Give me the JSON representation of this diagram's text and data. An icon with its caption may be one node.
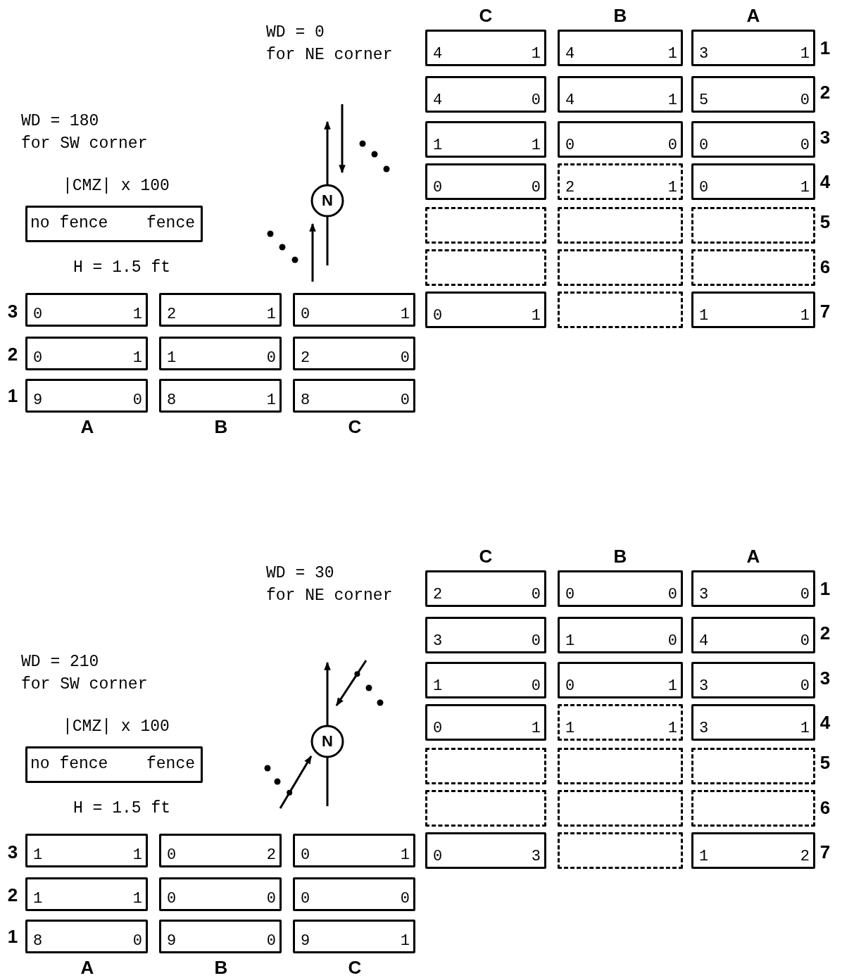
{
  "diagram": {
    "nodes": [
      {
        "text": [
          "4",
          "1"
        ]
      },
      {
        "text": [
          "4",
          "1"
        ]
      },
      {
        "text": [
          "3",
          "1"
        ]
      },
      {
        "text": [
          "4",
          "0"
        ]
      },
      {
        "text": [
          "4",
          "1"
        ]
      },
      {
        "text": [
          "5",
          "0"
        ]
      },
      {
        "text": [
          "1",
          "1"
        ]
      },
      {
        "text": [
          "0",
          "0"
        ]
      },
      {
        "text": [
          "0",
          "0"
        ]
      },
      {
        "text": [
          "0",
          "0"
        ]
      },
      {
        "text": [
          "2",
          "1"
        ]
      },
      {
        "text": [
          "0",
          "1"
        ]
      },
      {
        "text": [],
        "shape": "box"
      },
      {
        "text": [],
        "shape": "box"
      },
      {
        "text": [],
        "shape": "box"
      },
      {
        "text": [],
        "shape": "box"
      },
      {
        "text": [],
        "shape": "box"
      },
      {
        "text": [],
        "shape": "box"
      },
      {
        "text": [
          "0",
          "1"
        ]
      },
      {
        "text": [],
        "shape": "box"
      },
      {
        "text": [
          "1",
          "1"
        ]
      },
      {
        "text": [
          "no fence",
          "fence"
        ],
        "beside": [
          "|CMZ| x 100"
        ]
      },
      {
        "text": [
          "0",
          "1"
        ]
      },
      {
        "text": [
          "2",
          "1"
        ]
      },
      {
        "text": [
          "0",
          "1"
        ]
      },
      {
        "text": [
          "0",
          "1"
        ]
      },
      {
        "text": [
          "1",
          "0"
        ]
      },
      {
        "text": [
          "2",
          "0"
        ]
      },
      {
        "text": [
          "9",
          "0"
        ]
      },
      {
        "text": [
          "8",
          "1"
        ]
      },
      {
        "text": [
          "8",
          "0"
        ]
      },
      {
        "text": [
          "2",
          "0"
        ]
      },
      {
        "text": [
          "0",
          "0"
        ]
      },
      {
        "text": [
          "3",
          "0"
        ]
      },
      {
        "text": [
          "3",
          "0"
        ]
      },
      {
        "text": [
          "1",
          "0"
        ]
      },
      {
        "text": [
          "4",
          "0"
        ]
      },
      {
        "text": [
          "1",
          "0"
        ]
      },
      {
        "text": [
          "0",
          "1"
        ]
      },
      {
        "text": [
          "3",
          "0"
        ]
      },
      {
        "text": [
          "0",
          "1"
        ]
      },
      {
        "text": [
          "1",
          "1"
        ]
      },
      {
        "text": [
          "3",
          "1"
        ]
      },
      {
        "text": [],
        "shape": "box"
      },
      {
        "text": [],
        "shape": "box"
      },
      {
        "text": [],
        "shape": "box"
      },
      {
        "text": [],
        "shape": "box"
      },
      {
        "text": [],
        "shape": "box"
      },
      {
        "text": [],
        "shape": "box"
      },
      {
        "text": [
          "0",
          "3"
        ]
      },
      {
        "text": [],
        "shape": "box"
      },
      {
        "text": [
          "1",
          "2"
        ]
      },
      {
        "text": [
          "no fence",
          "fence"
        ],
        "beside": [
          "|CMZ| x 100"
        ]
      },
      {
        "text": [
          "1",
          "1"
        ]
      },
      {
        "text": [
          "0",
          "2"
        ]
      },
      {
        "text": [
          "0",
          "1"
        ]
      },
      {
        "text": [
          "1",
          "1"
        ]
      },
      {
        "text": [
          "0",
          "0"
        ]
      },
      {
        "text": [
          "0",
          "0"
        ]
      },
      {
        "text": [
          "8",
          "0"
        ]
      },
      {
        "text": [
          "9",
          "0"
        ]
      },
      {
        "text": [
          "9",
          "1"
        ]
      }
    ],
    "labels": [
      "C",
      "B",
      "A",
      "WD = 0",
      "for NE corner",
      "1",
      "2",
      "3",
      "4",
      "5",
      "6",
      "7",
      "WD = 180",
      "for SW corner",
      "N",
      "H = 1.5 ft",
      "3",
      "2",
      "1",
      "A",
      "B",
      "C",
      "C",
      "B",
      "A",
      "WD = 30",
      "for NE corner",
      "1",
      "2",
      "3",
      "4",
      "5",
      "6",
      "7",
      "WD = 210",
      "for SW corner",
      "N",
      "H = 1.5 ft",
      "3",
      "2",
      "1",
      "A",
      "B",
      "C"
    ]
  }
}
